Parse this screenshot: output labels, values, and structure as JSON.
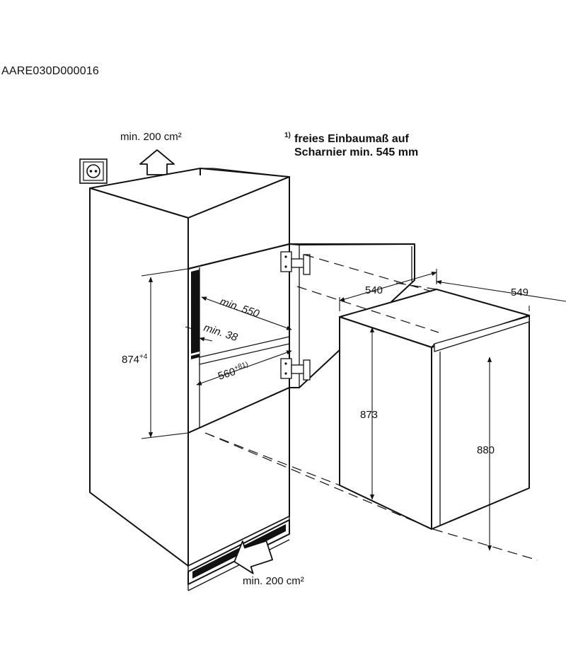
{
  "code": "AARE030D000016",
  "ventilation": {
    "top": "min. 200 cm²",
    "bottom": "min. 200 cm²"
  },
  "footnote": {
    "marker": "1)",
    "line1": "freies Einbaumaß auf",
    "line2": "Scharnier min. 545 mm"
  },
  "niche_dimensions": {
    "height": "874",
    "height_tolerance": "+4",
    "depth_min": "min. 550",
    "gap_min": "min. 38",
    "width": "560",
    "width_tolerance": "+8",
    "width_footnote_ref": "1)"
  },
  "appliance_dimensions": {
    "depth": "540",
    "width": "549",
    "height_body": "873",
    "height_total": "880"
  }
}
